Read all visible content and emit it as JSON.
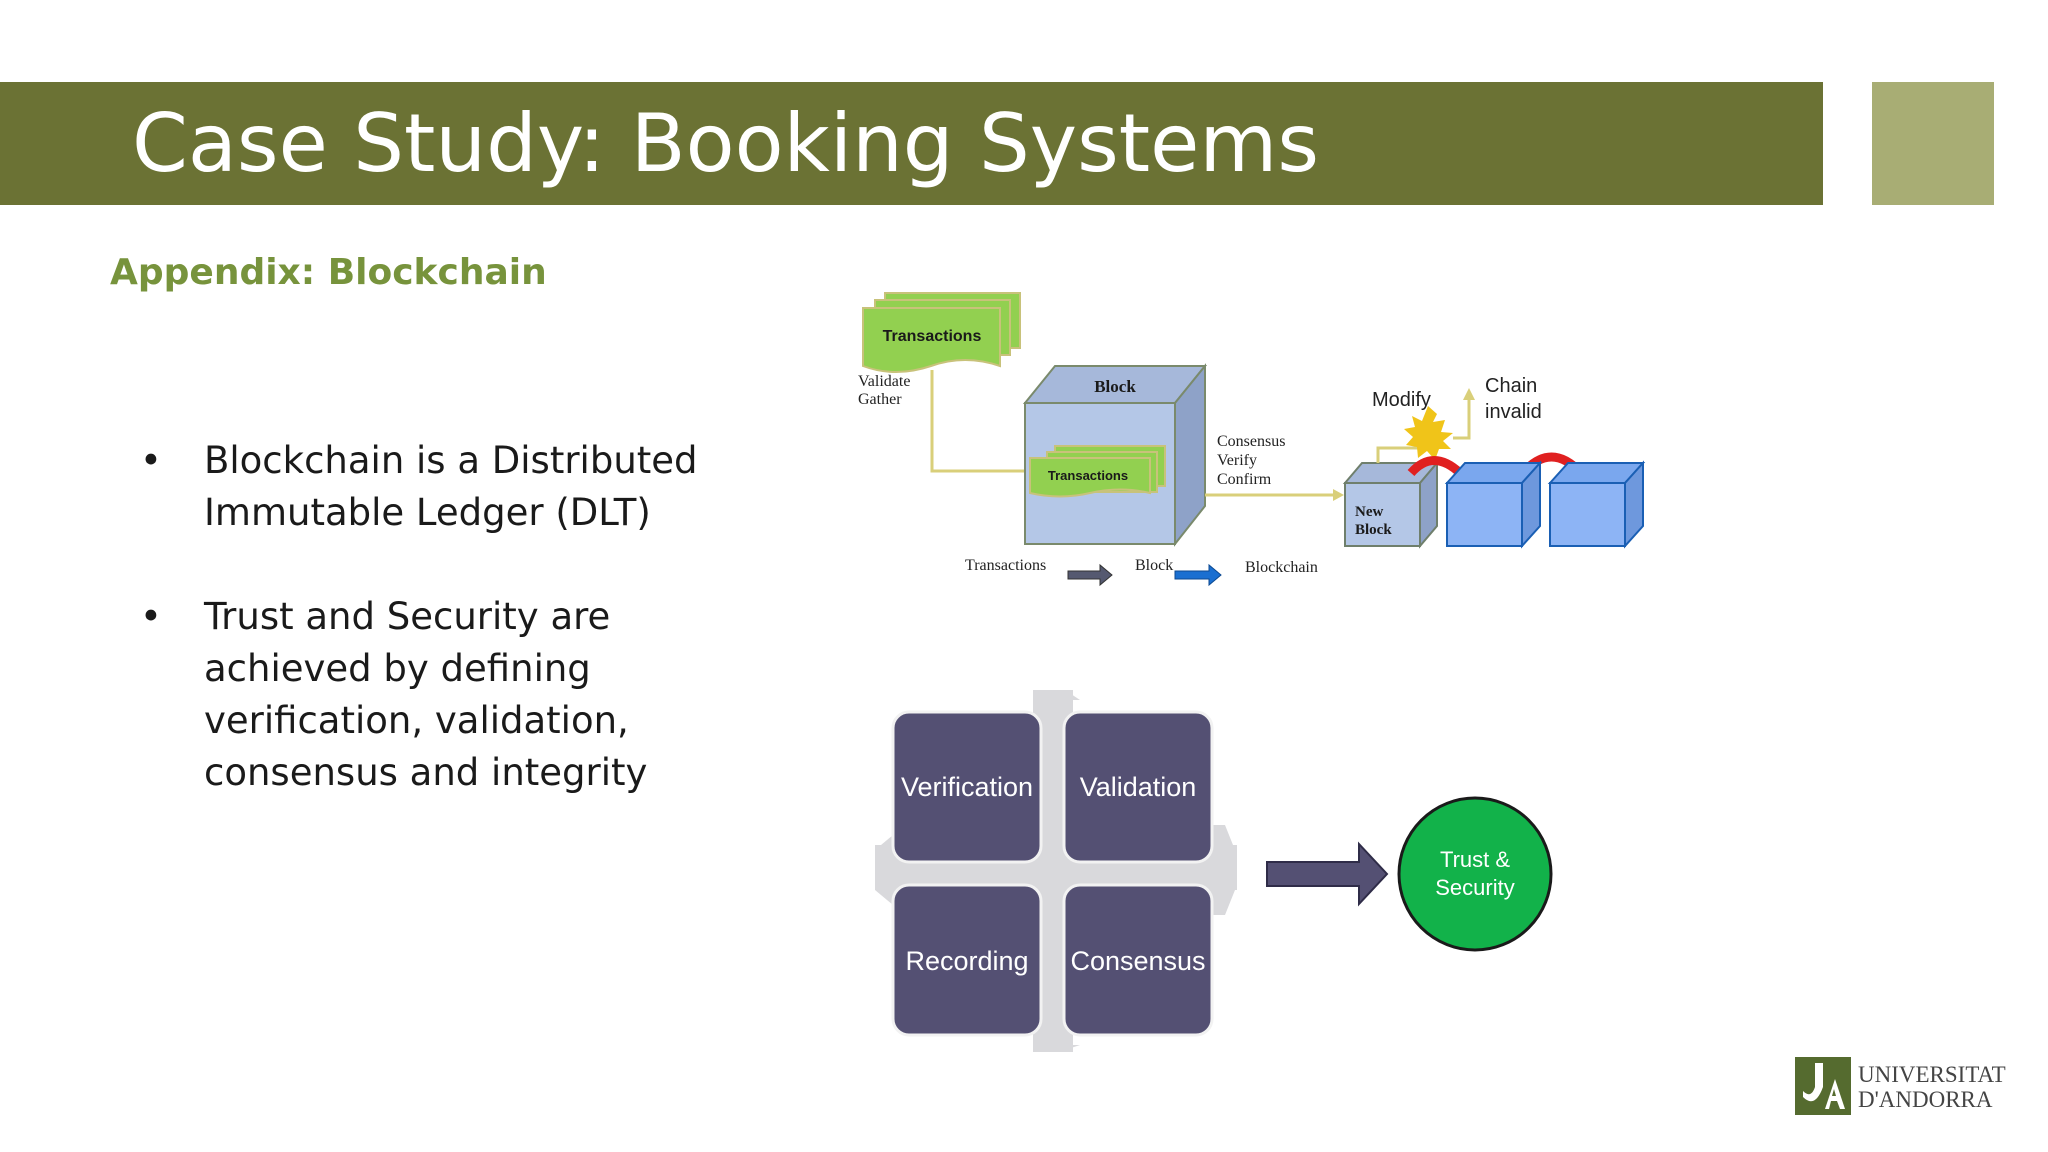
{
  "slide": {
    "title": "Case Study: Booking Systems",
    "subtitle": "Appendix: Blockchain",
    "bullets": [
      "Blockchain is a Distributed Immutable Ledger (DLT)",
      "Trust and Security are achieved by defining verification, validation, consensus and integrity"
    ],
    "bullet_marker": "•"
  },
  "diagram_top": {
    "transactions_label": "Transactions",
    "validate_label": "Validate",
    "gather_label": "Gather",
    "block_label": "Block",
    "inner_transactions_label": "Transactions",
    "consensus_label": "Consensus",
    "verify_label": "Verify",
    "confirm_label": "Confirm",
    "new_label": "New",
    "new_block_label": "Block",
    "modify_label": "Modify",
    "chain_label": "Chain",
    "invalid_label": "invalid",
    "legend_transactions": "Transactions",
    "legend_block": "Block",
    "legend_blockchain": "Blockchain"
  },
  "diagram_bottom": {
    "quadrants": [
      "Verification",
      "Validation",
      "Recording",
      "Consensus"
    ],
    "result_line1": "Trust &",
    "result_line2": "Security"
  },
  "logo": {
    "line1": "UNIVERSITAT",
    "line2": "D'ANDORRA"
  },
  "colors": {
    "title_bar": "#6b7234",
    "title_square": "#a8ad74",
    "subtitle": "#77933c",
    "transactions_green": "#92d050",
    "block_blue": "#b4c7e7",
    "chain_blue": "#8db4f5",
    "quadrant": "#545073",
    "result_green": "#12b24a"
  }
}
